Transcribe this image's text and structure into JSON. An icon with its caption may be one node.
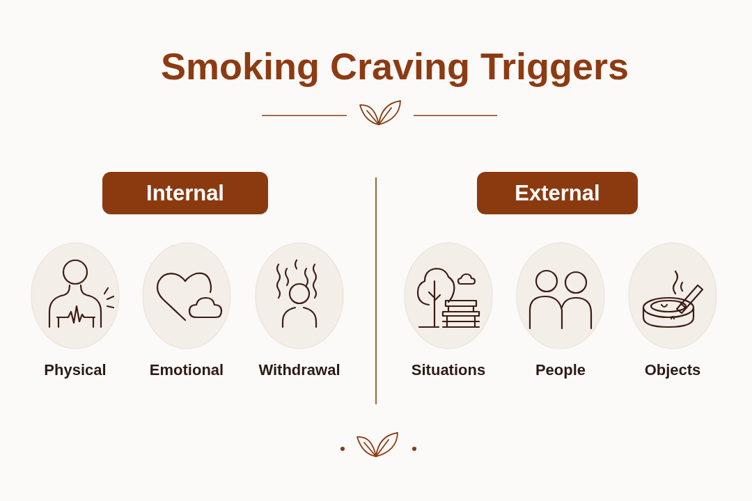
{
  "diagram": {
    "title": "Smoking Craving Triggers",
    "nodes": [
      {
        "text": [
          "Internal"
        ]
      },
      {
        "text": [
          "External"
        ]
      },
      {
        "text": [
          "Physical"
        ]
      },
      {
        "text": [
          "Emotional"
        ]
      },
      {
        "text": [
          "Withdrawal"
        ]
      },
      {
        "text": [
          "Situations"
        ]
      },
      {
        "text": [
          "People"
        ]
      },
      {
        "text": [
          "Objects"
        ]
      }
    ]
  }
}
